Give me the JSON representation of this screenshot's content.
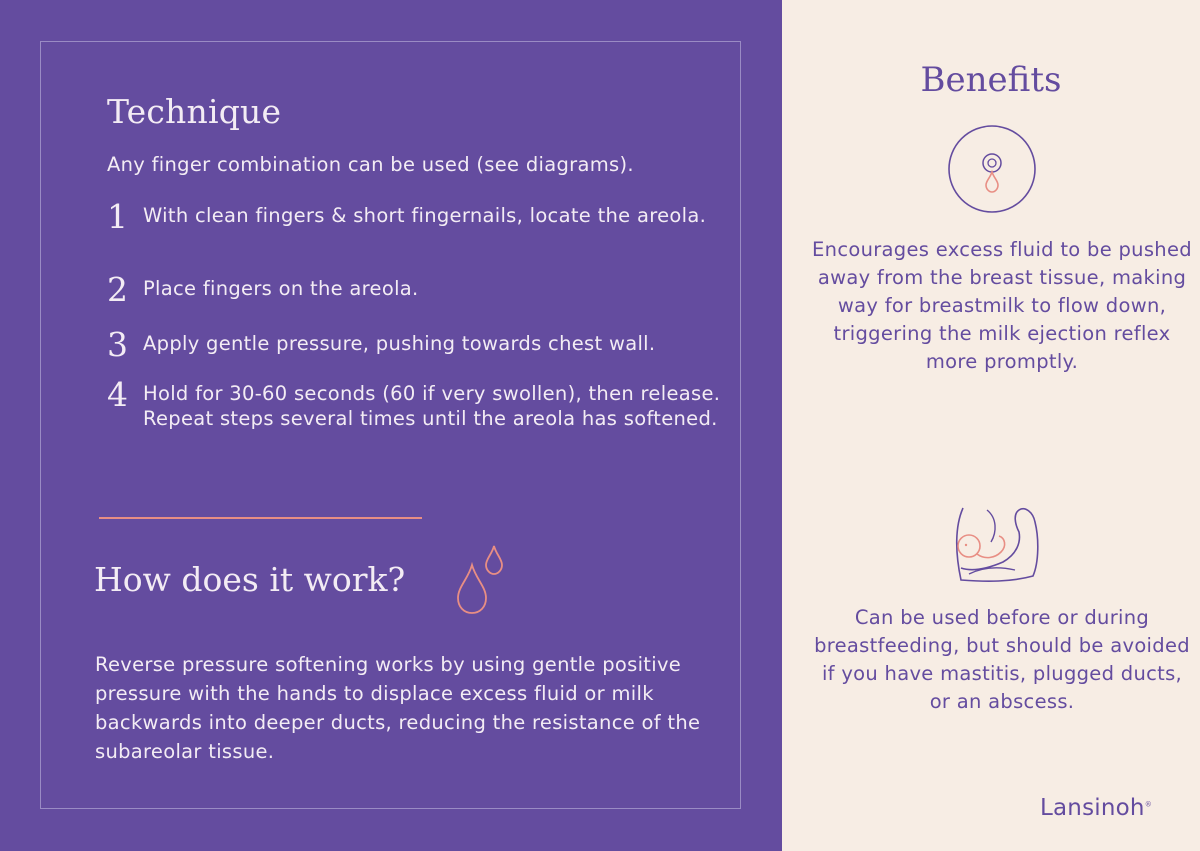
{
  "technique": {
    "title": "Technique",
    "intro": "Any finger combination can be used (see diagrams).",
    "steps": [
      {
        "number": "1",
        "text": "With clean fingers & short fingernails, locate the areola."
      },
      {
        "number": "2",
        "text": "Place fingers on the areola."
      },
      {
        "number": "3",
        "text": "Apply gentle pressure, pushing towards chest wall."
      },
      {
        "number": "4",
        "text": "Hold for 30-60 seconds (60 if very swollen), then release. Repeat steps several times until the areola has softened."
      }
    ]
  },
  "how_it_works": {
    "title": "How does it work?",
    "body": "Reverse pressure softening works by using gentle positive pressure with the hands to displace excess fluid or milk backwards into deeper ducts, reducing the resistance of the subareolar tissue.",
    "icon": "drops-icon"
  },
  "benefits": {
    "title": "Benefits",
    "items": [
      {
        "icon": "breast-droplet-icon",
        "text": "Encourages excess fluid to be pushed away from the breast tissue, making way for breastmilk to flow down, triggering the milk ejection reflex more promptly."
      },
      {
        "icon": "breastfeeding-icon",
        "text": "Can be used before or during breastfeeding, but should be avoided if you have mastitis, plugged ducts, or an abscess."
      }
    ]
  },
  "brand": {
    "name": "Lansinoh",
    "mark": "®"
  },
  "colors": {
    "purple": "#644c9f",
    "cream": "#f7ede4",
    "coral": "#e88e84",
    "light_text": "#f3ecf4"
  }
}
